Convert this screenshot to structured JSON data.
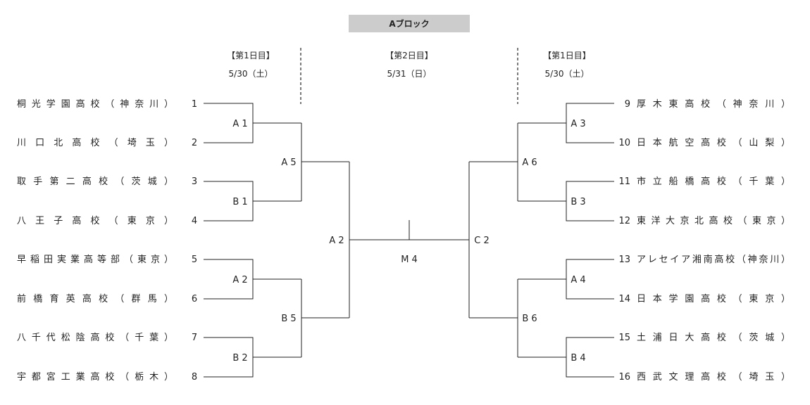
{
  "block_title": "Aブロック",
  "headers": {
    "left": {
      "day": "【第1日目】",
      "date": "5/30（土）"
    },
    "center": {
      "day": "【第2日目】",
      "date": "5/31（日）"
    },
    "right": {
      "day": "【第1日目】",
      "date": "5/30（土）"
    }
  },
  "left_teams": [
    {
      "name": "桐光学園高校（神奈川）",
      "seed": "1"
    },
    {
      "name": "川口北高校（埼玉）",
      "seed": "2"
    },
    {
      "name": "取手第二高校（茨城）",
      "seed": "3"
    },
    {
      "name": "八王子高校（東京）",
      "seed": "4"
    },
    {
      "name": "早稲田実業高等部（東京）",
      "seed": "5"
    },
    {
      "name": "前橋育英高校（群馬）",
      "seed": "6"
    },
    {
      "name": "八千代松陰高校（千葉）",
      "seed": "7"
    },
    {
      "name": "宇都宮工業高校（栃木）",
      "seed": "8"
    }
  ],
  "right_teams": [
    {
      "seed": "9",
      "name": "厚木東高校（神奈川）"
    },
    {
      "seed": "10",
      "name": "日本航空高校（山梨）"
    },
    {
      "seed": "11",
      "name": "市立船橋高校（千葉）"
    },
    {
      "seed": "12",
      "name": "東洋大京北高校（東京）"
    },
    {
      "seed": "13",
      "name": "アレセイア湘南高校（神奈川）"
    },
    {
      "seed": "14",
      "name": "日本学園高校（東京）"
    },
    {
      "seed": "15",
      "name": "土浦日大高校（茨城）"
    },
    {
      "seed": "16",
      "name": "西武文理高校（埼玉）"
    }
  ],
  "left_r1": [
    "A 1",
    "B 1",
    "A 2",
    "B 2"
  ],
  "left_r2": [
    "A 5",
    "B 5"
  ],
  "left_r3": "A 2",
  "right_r1": [
    "A 3",
    "B 3",
    "A 4",
    "B 4"
  ],
  "right_r2": [
    "A 6",
    "B 6"
  ],
  "right_r3": "C 2",
  "final": "M 4",
  "colors": {
    "title_bg": "#cccccc",
    "title_text": "#ffffff",
    "line": "#222222"
  }
}
